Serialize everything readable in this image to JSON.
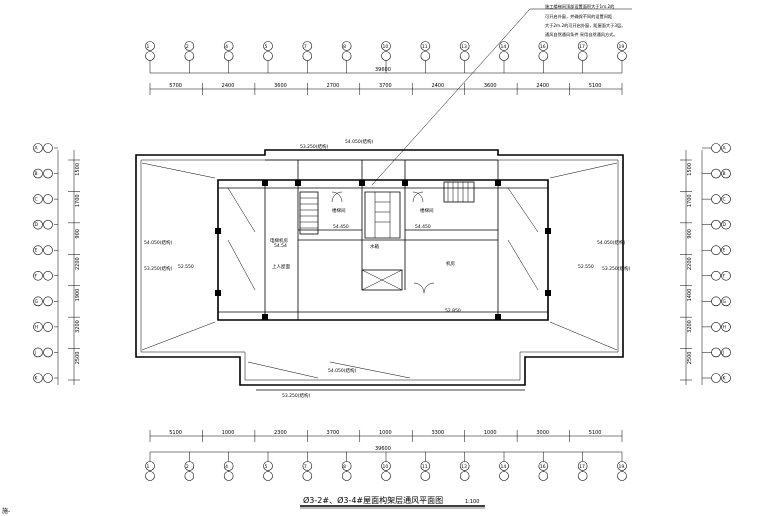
{
  "title": "Ø3-2#、Ø3-4#屋面构架层通风平面图",
  "scale": "1:100",
  "corner_label": "施-",
  "note": {
    "line1": "施工楼梯间顶部设置面积大于1m.2的",
    "line2": "可开启外窗，并确保不同的设置间距",
    "line3": "大于2m.2的可开启外窗，距屋面大于3层。",
    "line4": "通风自然通风条件  采用自然通风方式。"
  },
  "top_dims": [
    "5700",
    "2400",
    "3600",
    "2700",
    "3700",
    "2400",
    "3600",
    "2400",
    "5100"
  ],
  "top_total": "39600",
  "bottom_dims": [
    "5100",
    "1000",
    "2300",
    "3700",
    "1000",
    "3300",
    "1000",
    "3000",
    "5100"
  ],
  "bottom_total": "39600",
  "left_dims": [
    "1500",
    "1700",
    "900",
    "2200",
    "1900",
    "3200",
    "2500"
  ],
  "right_dims": [
    "1500",
    "1700",
    "900",
    "2200",
    "1400",
    "3200",
    "2500"
  ],
  "elevations": {
    "top_left": "53.250(结构)",
    "top_mid": "54.050(结构)",
    "left_outer": "54.050(结构)",
    "left_inner": "53.250(结构)",
    "left_floor": "52.550",
    "right_outer": "54.050(结构)",
    "right_inner": "53.250(结构)",
    "right_floor": "52.550",
    "stair_left": "54.450",
    "stair_right": "54.450",
    "center_low": "52.850",
    "bottom_a": "54.050(结构)",
    "bottom_b": "53.250(结构)",
    "room_mid": "54.54"
  },
  "room_labels": {
    "stair_a": "楼梯间",
    "stair_b": "楼梯间",
    "machine": "电梯机房",
    "roof": "上人屋面",
    "hall": "机房",
    "water": "水箱"
  },
  "grid_top_labels": [
    "B-1",
    "B-2",
    "B-4",
    "B-5",
    "B-7",
    "B-8",
    "B-10",
    "B-11",
    "B-13",
    "B-14",
    "B-16",
    "B-17",
    "B-19"
  ],
  "grid_bottom_labels": [
    "B-1",
    "B-2",
    "B-4",
    "B-5",
    "B-7",
    "B-8",
    "B-10",
    "B-11",
    "B-13",
    "B-14",
    "B-16",
    "B-17",
    "B-19"
  ],
  "grid_left_labels": [
    "B-A",
    "B-B",
    "B-C",
    "B-D",
    "B-E",
    "B-F",
    "B-G",
    "B-H",
    "B-J",
    "B-K"
  ],
  "grid_right_labels": [
    "B-A",
    "B-B",
    "B-C",
    "B-D",
    "B-E",
    "B-F",
    "B-G",
    "B-H",
    "B-J",
    "B-K"
  ]
}
